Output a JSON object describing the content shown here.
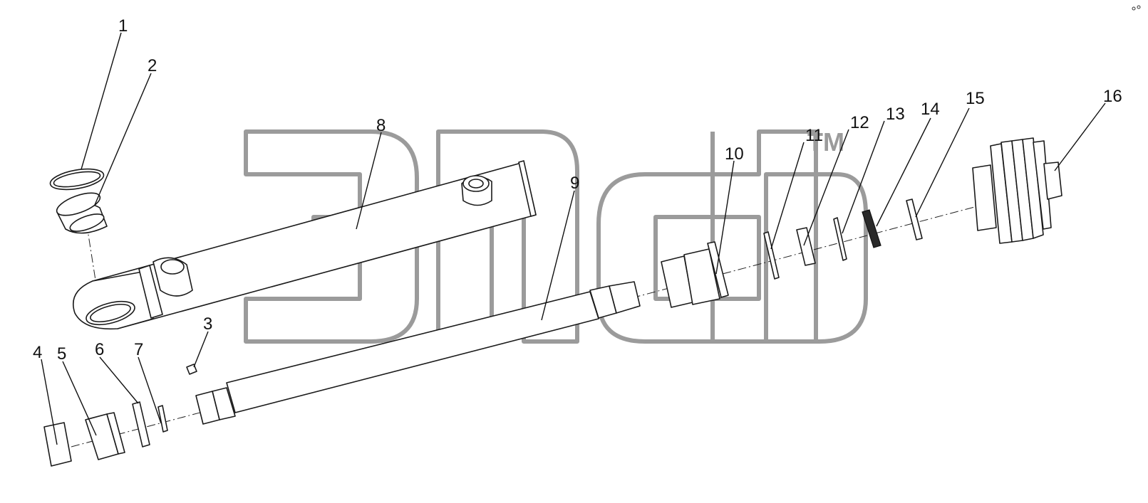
{
  "diagram": {
    "callouts": [
      "1",
      "2",
      "3",
      "4",
      "5",
      "6",
      "7",
      "8",
      "9",
      "10",
      "11",
      "12",
      "13",
      "14",
      "15",
      "16"
    ],
    "watermark_tm": "TM"
  },
  "colors": {
    "line": "#1a1a1a",
    "watermark": "#9b9b9b",
    "background": "#ffffff"
  }
}
